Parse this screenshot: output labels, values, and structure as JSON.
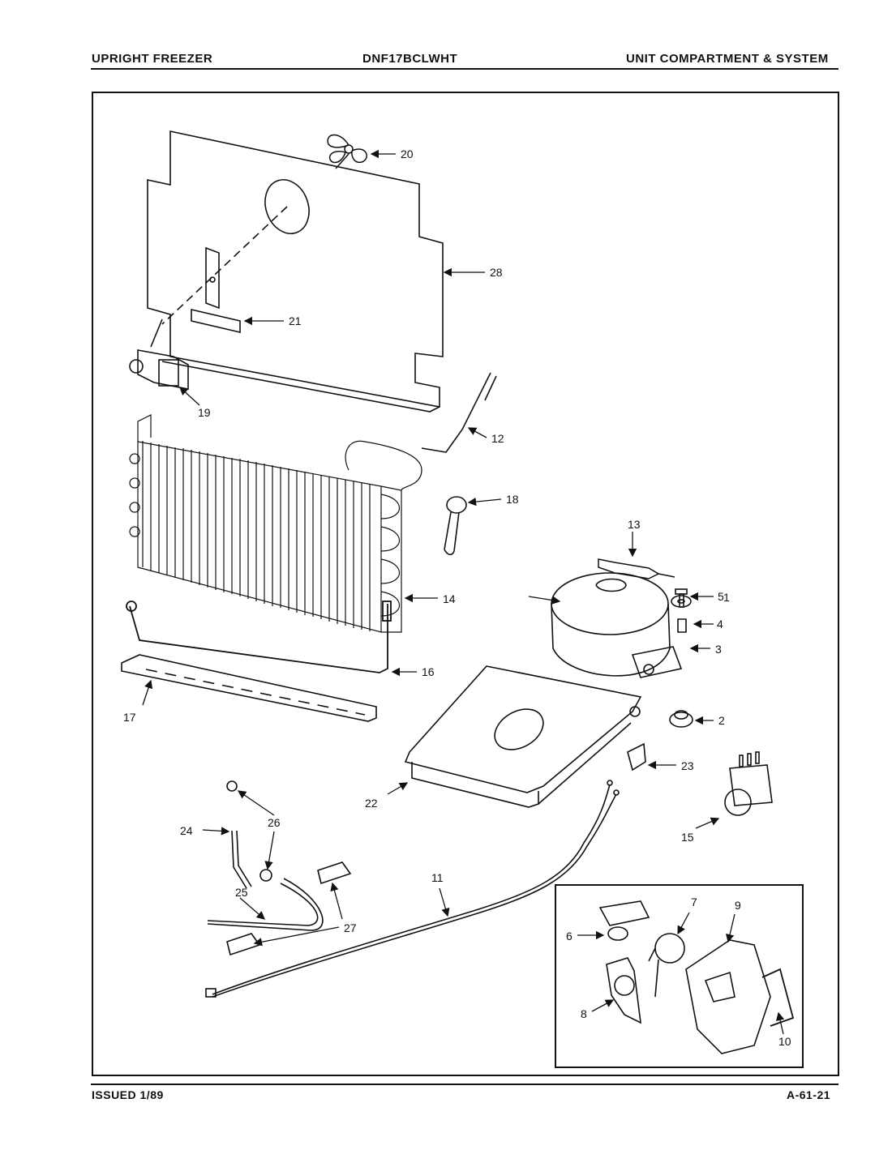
{
  "header": {
    "left": "UPRIGHT FREEZER",
    "center": "DNF17BCLWHT",
    "right": "UNIT COMPARTMENT & SYSTEM"
  },
  "footer": {
    "left": "ISSUED 1/89",
    "right": "A-61-21"
  },
  "callouts": [
    "1",
    "2",
    "3",
    "4",
    "5",
    "6",
    "7",
    "8",
    "9",
    "10",
    "11",
    "12",
    "13",
    "14",
    "15",
    "16",
    "17",
    "18",
    "19",
    "20",
    "21",
    "22",
    "23",
    "24",
    "25",
    "26",
    "27",
    "28"
  ]
}
